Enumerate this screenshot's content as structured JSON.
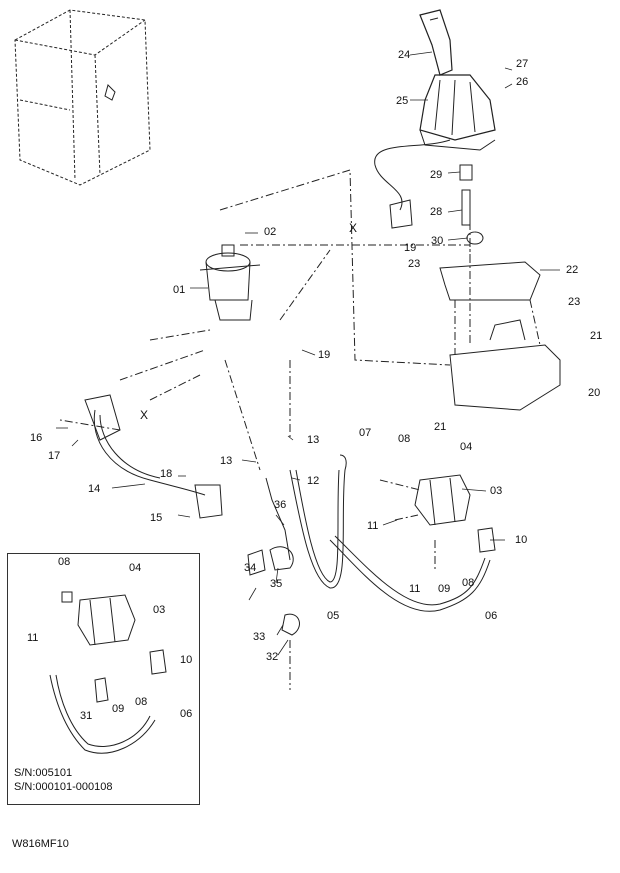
{
  "diagram_code": "W816MF10",
  "inset": {
    "serial_line_1": "S/N:005101",
    "serial_line_2": "S/N:000101-000108",
    "labels": [
      "08",
      "04",
      "03",
      "11",
      "10",
      "09",
      "08",
      "31",
      "06"
    ]
  },
  "parts": {
    "p01": "01",
    "p02": "02",
    "p03": "03",
    "p04": "04",
    "p05": "05",
    "p06": "06",
    "p07": "07",
    "p08": "08",
    "p09": "09",
    "p10": "10",
    "p11": "11",
    "p12": "12",
    "p13": "13",
    "p14": "14",
    "p15": "15",
    "p16": "16",
    "p17": "17",
    "p18": "18",
    "p19": "19",
    "p20": "20",
    "p21": "21",
    "p22": "22",
    "p23": "23",
    "p24": "24",
    "p25": "25",
    "p26": "26",
    "p27": "27",
    "p28": "28",
    "p29": "29",
    "p30": "30",
    "p32": "32",
    "p33": "33",
    "p34": "34",
    "p35": "35",
    "p36": "36",
    "px": "X"
  }
}
